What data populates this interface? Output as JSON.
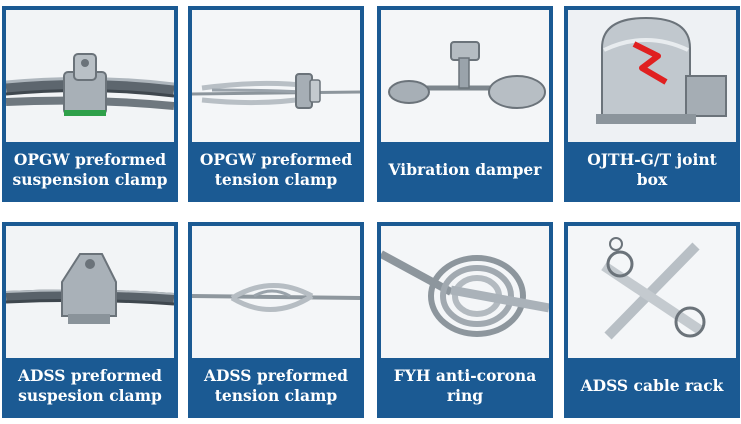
{
  "products": [
    {
      "line1": "OPGW preformed",
      "line2": "suspension clamp",
      "icon": "suspension-clamp-icon"
    },
    {
      "line1": "OPGW preformed",
      "line2": "tension clamp",
      "icon": "tension-clamp-icon"
    },
    {
      "line1": "Vibration damper",
      "line2": "",
      "icon": "vibration-damper-icon"
    },
    {
      "line1": "OJTH-G/T joint box",
      "line2": "",
      "icon": "joint-box-icon"
    },
    {
      "line1": "ADSS preformed",
      "line2": "suspesion clamp",
      "icon": "suspension-clamp-icon"
    },
    {
      "line1": "ADSS preformed",
      "line2": "tension clamp",
      "icon": "tension-clamp-icon"
    },
    {
      "line1": "FYH anti-corona ring",
      "line2": "",
      "icon": "anti-corona-ring-icon"
    },
    {
      "line1": "ADSS cable rack",
      "line2": "",
      "icon": "cable-rack-icon"
    }
  ],
  "colors": {
    "accent": "#1b5a93",
    "label_text": "#ffffff",
    "metal": "#9aa3ab",
    "logo_red": "#e02020"
  }
}
